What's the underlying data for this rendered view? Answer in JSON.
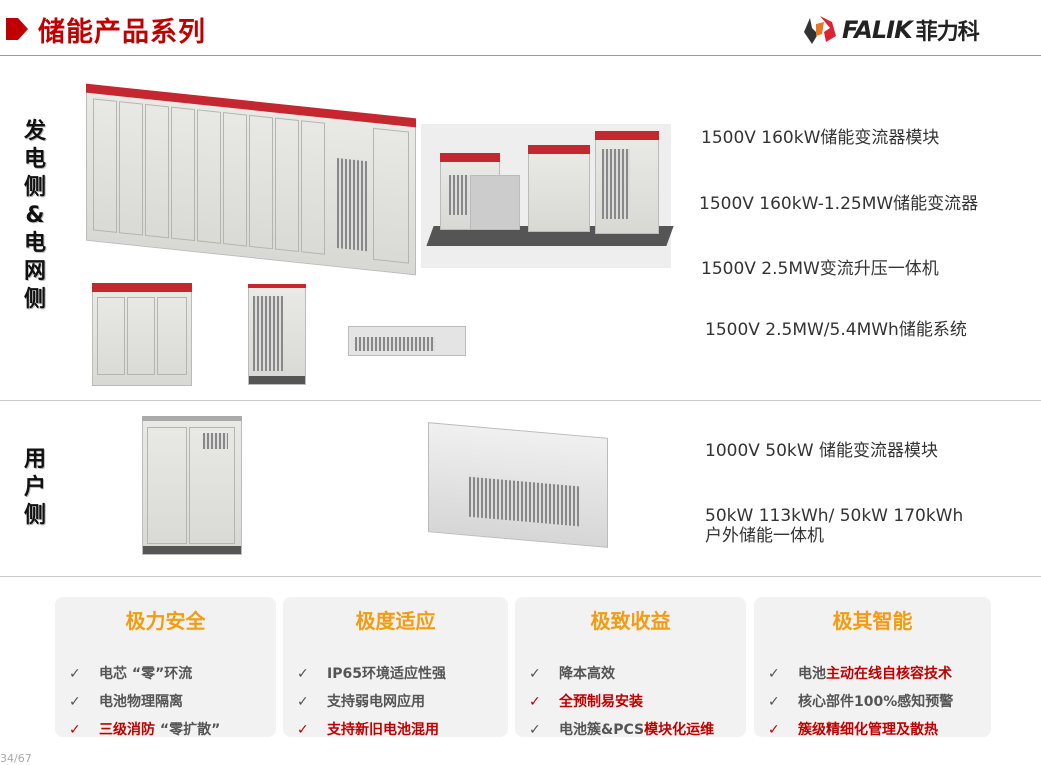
{
  "header": {
    "title": "储能产品系列",
    "logo_text": "FALIK",
    "logo_cn": "菲力科"
  },
  "sections": {
    "grid_side": {
      "label": "发电侧&电网侧",
      "chars": [
        "发",
        "电",
        "侧",
        "&",
        "电",
        "网",
        "侧"
      ],
      "products": [
        "1500V 160kW储能变流器模块",
        "1500V 160kW-1.25MW储能变流器",
        "1500V 2.5MW变流升压一体机",
        "1500V 2.5MW/5.4MWh储能系统"
      ]
    },
    "user_side": {
      "label": "用户侧",
      "chars": [
        "用",
        "户",
        "侧"
      ],
      "products": [
        "1000V 50kW 储能变流器模块",
        "50kW 113kWh/ 50kW 170kWh",
        "户外储能一体机"
      ]
    }
  },
  "features": [
    {
      "title": "极力安全",
      "items": [
        {
          "parts": [
            {
              "t": "电芯 “零”环流",
              "red": false
            }
          ],
          "check_red": false
        },
        {
          "parts": [
            {
              "t": "电池物理隔离",
              "red": false
            }
          ],
          "check_red": false
        },
        {
          "parts": [
            {
              "t": "三级消防",
              "red": true
            },
            {
              "t": " “零扩散”",
              "red": false
            }
          ],
          "check_red": true
        }
      ]
    },
    {
      "title": "极度适应",
      "items": [
        {
          "parts": [
            {
              "t": "IP65环境适应性强",
              "red": false
            }
          ],
          "check_red": false
        },
        {
          "parts": [
            {
              "t": "支持弱电网应用",
              "red": false
            }
          ],
          "check_red": false
        },
        {
          "parts": [
            {
              "t": "支持新旧电池混用",
              "red": true
            }
          ],
          "check_red": true
        }
      ]
    },
    {
      "title": "极致收益",
      "items": [
        {
          "parts": [
            {
              "t": "降本高效",
              "red": false
            }
          ],
          "check_red": false
        },
        {
          "parts": [
            {
              "t": "全预制易安装",
              "red": true
            }
          ],
          "check_red": true
        },
        {
          "parts": [
            {
              "t": "电池簇&PCS",
              "red": false
            },
            {
              "t": "模块化运维",
              "red": true
            }
          ],
          "check_red": false
        }
      ]
    },
    {
      "title": "极其智能",
      "items": [
        {
          "parts": [
            {
              "t": "电池",
              "red": false
            },
            {
              "t": "主动在线自核容技术",
              "red": true
            }
          ],
          "check_red": false
        },
        {
          "parts": [
            {
              "t": "核心部件100%感知预警",
              "red": false
            }
          ],
          "check_red": false
        },
        {
          "parts": [
            {
              "t": "簇级精细化管理及散热",
              "red": true
            }
          ],
          "check_red": true
        }
      ]
    }
  ],
  "check_symbol": "✓",
  "page_number": "34/67",
  "colors": {
    "accent": "#c00000",
    "feature_title": "#f39c12",
    "card_bg": "#f2f2f2"
  }
}
